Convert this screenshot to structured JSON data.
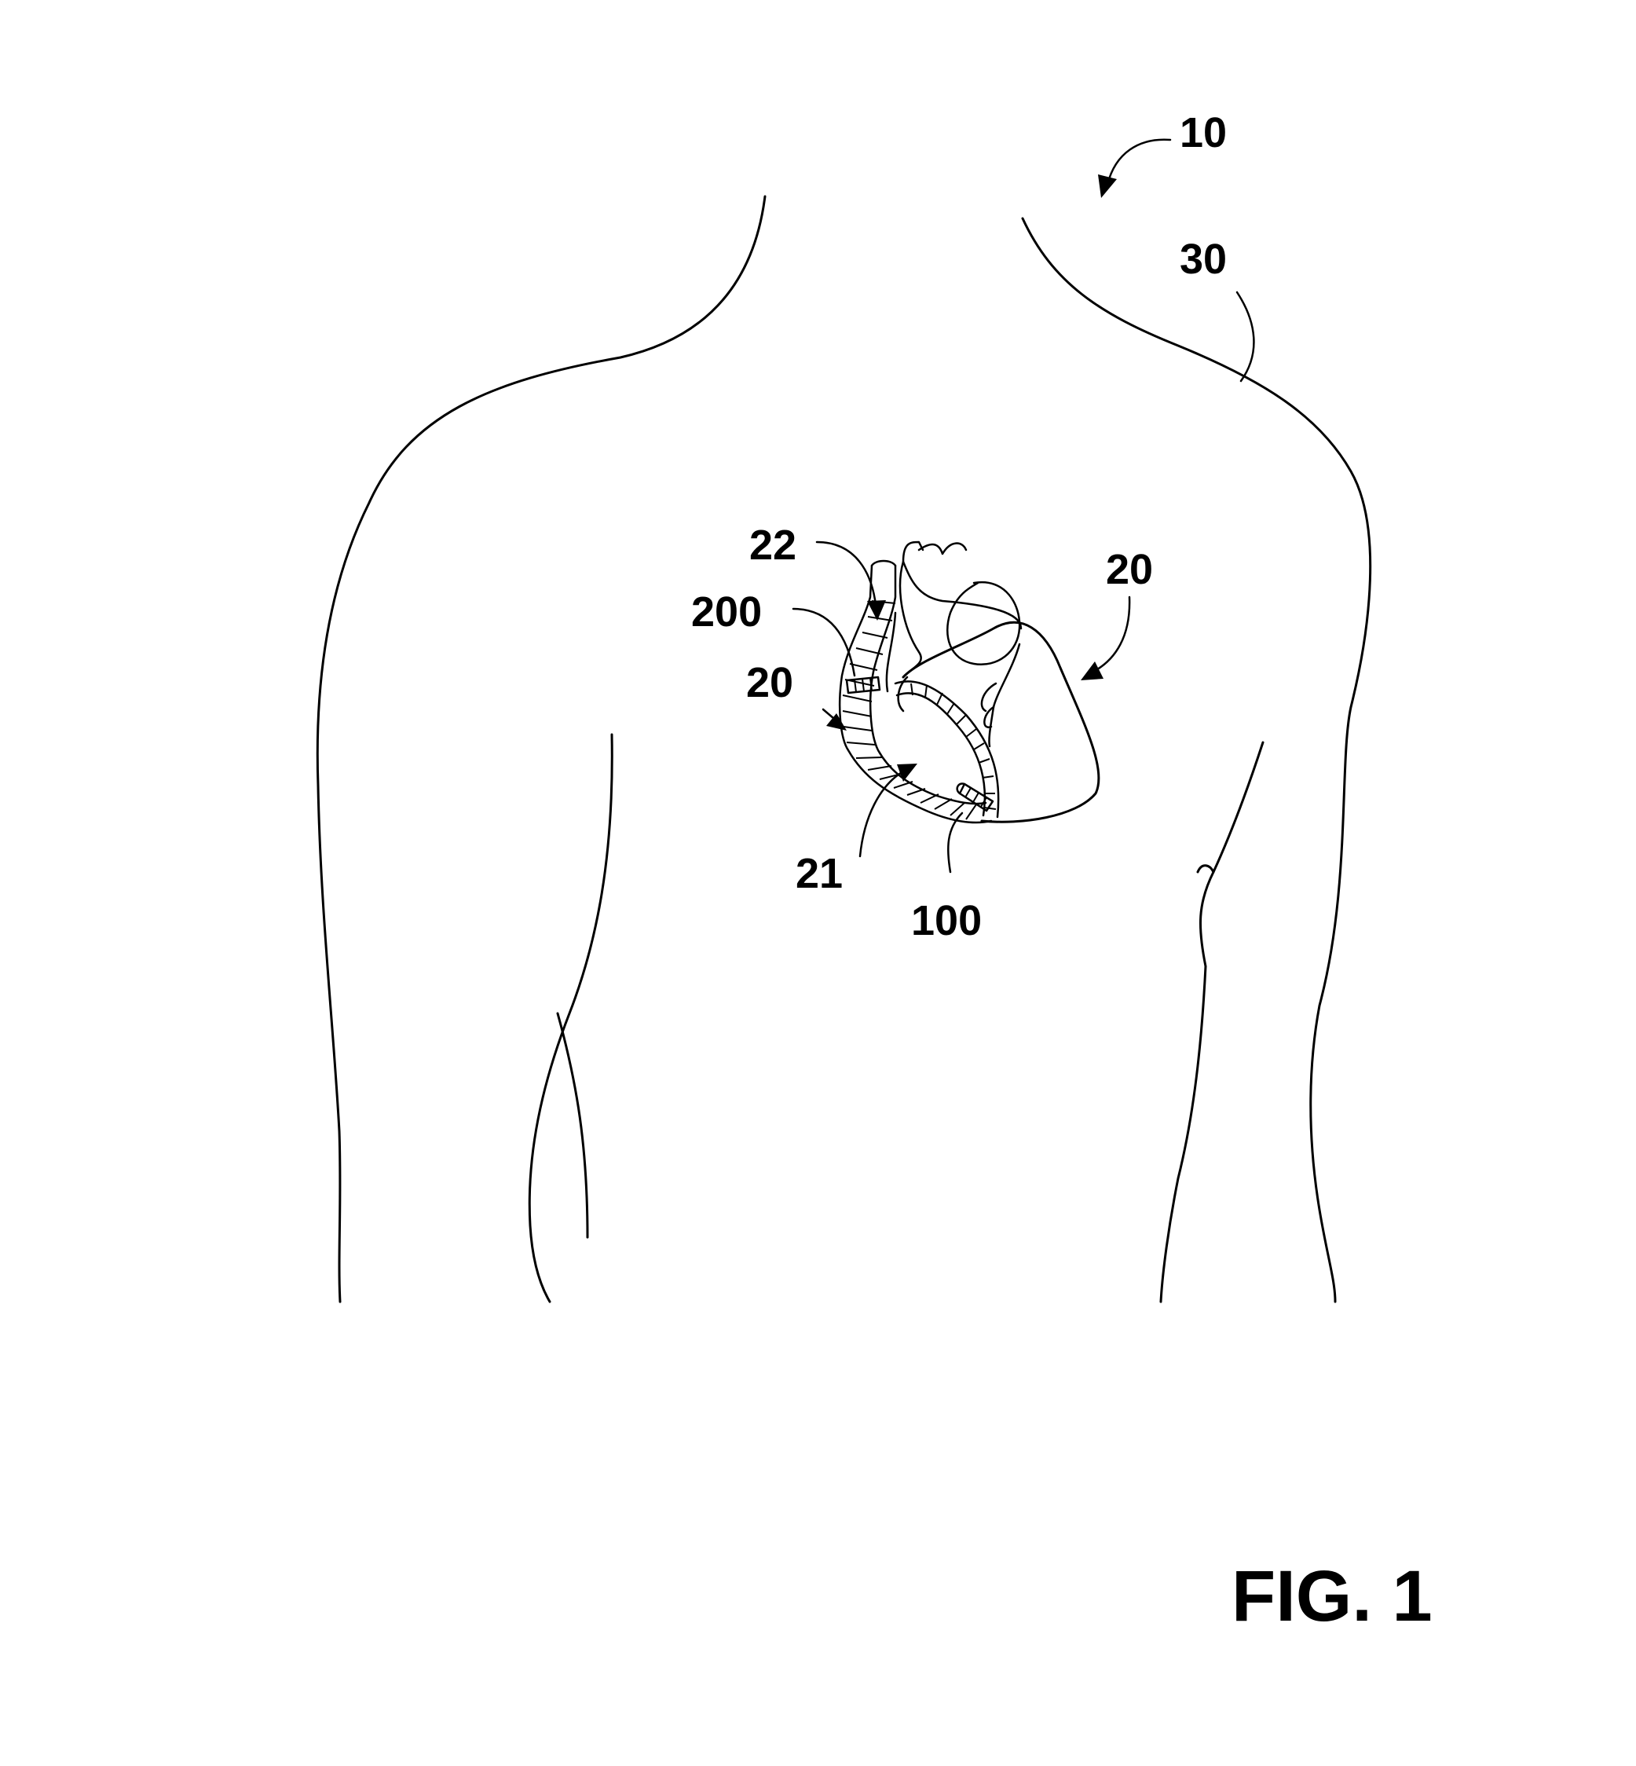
{
  "figure": {
    "caption": "FIG. 1",
    "labels": {
      "system": "10",
      "body": "30",
      "heart_right": "20",
      "heart_left": "20",
      "vessel": "22",
      "device_upper": "200",
      "chamber": "21",
      "device_lower": "100"
    }
  }
}
